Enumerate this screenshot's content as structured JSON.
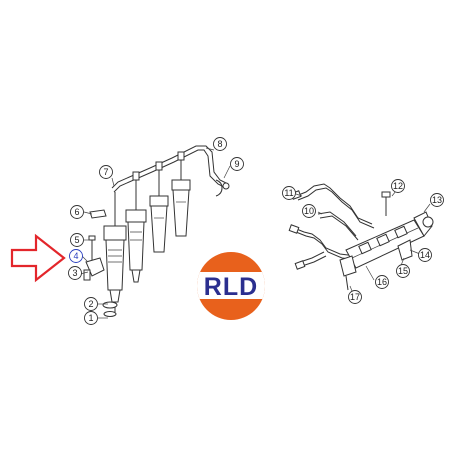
{
  "logo": {
    "text": "RLD",
    "colors": {
      "top": "#e8611c",
      "bottom": "#e8611c",
      "band": "#ffffff",
      "text": "#2b2f8f"
    }
  },
  "arrow": {
    "color": "#e3262b",
    "icon": "right-arrow-outline-icon"
  },
  "highlight_color": "#2a3fbf",
  "callouts": [
    {
      "id": "c1",
      "label": "1"
    },
    {
      "id": "c2",
      "label": "2"
    },
    {
      "id": "c3",
      "label": "3"
    },
    {
      "id": "c4",
      "label": "4",
      "highlight": true
    },
    {
      "id": "c5",
      "label": "5"
    },
    {
      "id": "c6",
      "label": "6"
    },
    {
      "id": "c7",
      "label": "7"
    },
    {
      "id": "c8",
      "label": "8"
    },
    {
      "id": "c9",
      "label": "9"
    },
    {
      "id": "c10",
      "label": "10"
    },
    {
      "id": "c11",
      "label": "11"
    },
    {
      "id": "c12",
      "label": "12"
    },
    {
      "id": "c13",
      "label": "13"
    },
    {
      "id": "c14",
      "label": "14"
    },
    {
      "id": "c15",
      "label": "15"
    },
    {
      "id": "c16",
      "label": "16"
    },
    {
      "id": "c17",
      "label": "17"
    }
  ]
}
